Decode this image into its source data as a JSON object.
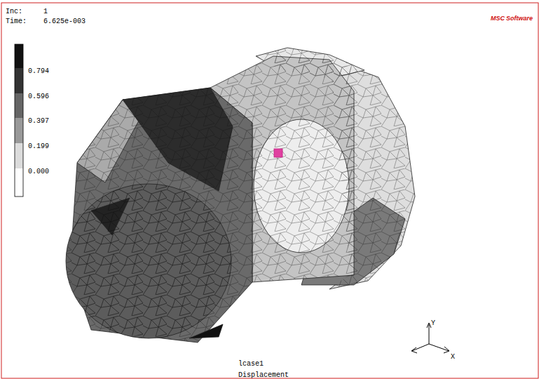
{
  "diagram": {
    "labels": [
      "Inc:",
      "1",
      "Time:",
      "6.625e-003",
      "MSC",
      "Software",
      "0.794",
      "0.596",
      "0.397",
      "0.199",
      "0.000",
      "lcase1",
      "Displacement",
      "Y",
      "X"
    ]
  }
}
